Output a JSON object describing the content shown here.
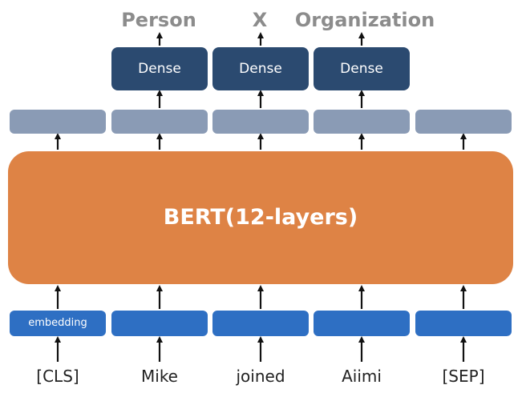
{
  "outputs": [
    "Person",
    "X",
    "Organization"
  ],
  "dense_label": "Dense",
  "bert_label": "BERT(12-layers)",
  "embedding_label": "embedding",
  "tokens": [
    "[CLS]",
    "Mike",
    "joined",
    "Aiimi",
    "[SEP]"
  ],
  "colors": {
    "dense": "#2b4a70",
    "hidden": "#8a9bb5",
    "bert": "#de8345",
    "embedding": "#2e6fc3",
    "output_text": "#8c8c8c",
    "arrow": "#111111"
  }
}
